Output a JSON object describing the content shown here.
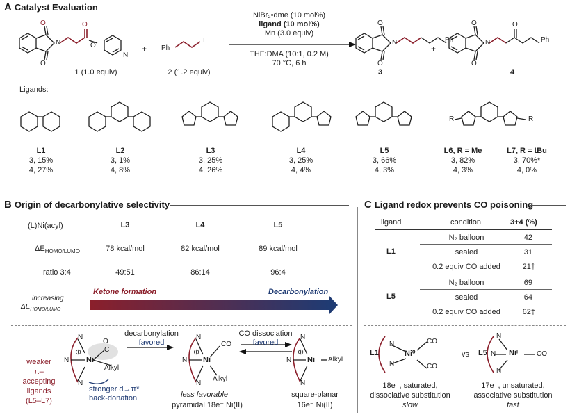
{
  "sectionA": {
    "letter": "A",
    "title": "Catalyst Evaluation"
  },
  "sectionB": {
    "letter": "B",
    "title": "Origin of decarbonylative selectivity"
  },
  "sectionC": {
    "letter": "C",
    "title": "Ligand redox prevents CO poisoning"
  },
  "reaction": {
    "conditions": [
      "NiBr₂•dme (10 mol%)",
      "ligand (10 mol%)",
      "Mn (3.0 equiv)"
    ],
    "conditions2": [
      "THF:DMA (10:1, 0.2 M)",
      "70 °C, 6 h"
    ],
    "plus": "+",
    "reactant1": "1 (1.0 equiv)",
    "reactant2": "2 (1.2 equiv)",
    "product3": "3",
    "product4": "4",
    "ph": "Ph",
    "i": "I",
    "n": "N",
    "o": "O"
  },
  "ligandsLabel": "Ligands:",
  "ligands": [
    {
      "name": "L1",
      "y3": "3, 15%",
      "y4": "4, 27%"
    },
    {
      "name": "L2",
      "y3": "3, 1%",
      "y4": "4, 8%"
    },
    {
      "name": "L3",
      "y3": "3, 25%",
      "y4": "4, 26%"
    },
    {
      "name": "L4",
      "y3": "3, 25%",
      "y4": "4, 4%"
    },
    {
      "name": "L5",
      "y3": "3, 66%",
      "y4": "4, 3%"
    },
    {
      "name": "L6, R = Me",
      "y3": "3, 82%",
      "y4": "4, 3%"
    },
    {
      "name": "L7, R = tBu",
      "y3": "3, 70%*",
      "y4": "4, 0%"
    }
  ],
  "rLabel": "R",
  "tableB": {
    "rowHeader": "(L)Ni(acyl)⁺",
    "cols": [
      "L3",
      "L4",
      "L5"
    ],
    "deltaLabel": "ΔE",
    "deltaSub": "HOMO/LUMO",
    "deltas": [
      "78 kcal/mol",
      "82 kcal/mol",
      "89 kcal/mol"
    ],
    "ratioLabel": "ratio 3:4",
    "ratios": [
      "49:51",
      "86:14",
      "96:4"
    ],
    "increasing": "increasing",
    "increasingDelta": "ΔE",
    "increasingSub": "HOMO/LUMO",
    "ketone": "Ketone formation",
    "decarb": "Decarbonylation"
  },
  "mechB": {
    "weaker": "weaker",
    "pi": "π–accepting",
    "ligands": "ligands",
    "range": "(L5–L7)",
    "decarbFav": "decarbonylation",
    "favored": "favored",
    "stronger": "stronger d→π*",
    "backdon": "back-donation",
    "lessFav": "less favorable",
    "pyramidal": "pyramidal 18e⁻ Ni(II)",
    "coDiss": "CO dissociation",
    "favored2": "favored",
    "square": "square-planar",
    "sixteen": "16e⁻ Ni(II)",
    "alkyl": "Alkyl",
    "ni": "Ni",
    "co": "CO",
    "c": "C",
    "o": "O",
    "plusSign": "⊕"
  },
  "tableC": {
    "headers": [
      "ligand",
      "condition",
      "3+4 (%)"
    ],
    "groups": [
      {
        "ligand": "L1",
        "rows": [
          {
            "cond": "N₂ balloon",
            "val": "42"
          },
          {
            "cond": "sealed",
            "val": "31"
          },
          {
            "cond": "0.2 equiv CO added",
            "val": "21†"
          }
        ]
      },
      {
        "ligand": "L5",
        "rows": [
          {
            "cond": "N₂ balloon",
            "val": "69"
          },
          {
            "cond": "sealed",
            "val": "64"
          },
          {
            "cond": "0.2 equiv CO added",
            "val": "62‡"
          }
        ]
      }
    ]
  },
  "mechC": {
    "l1": "L1",
    "l5": "L5",
    "vs": "vs",
    "ni0": "Ni⁰",
    "ni1": "Niᴵ",
    "co": "CO",
    "n": "N",
    "l1a": "18e⁻, saturated,",
    "l1b": "dissociative substitution",
    "l1c": "slow",
    "l5a": "17e⁻, unsaturated,",
    "l5b": "associative substitution",
    "l5c": "fast"
  }
}
